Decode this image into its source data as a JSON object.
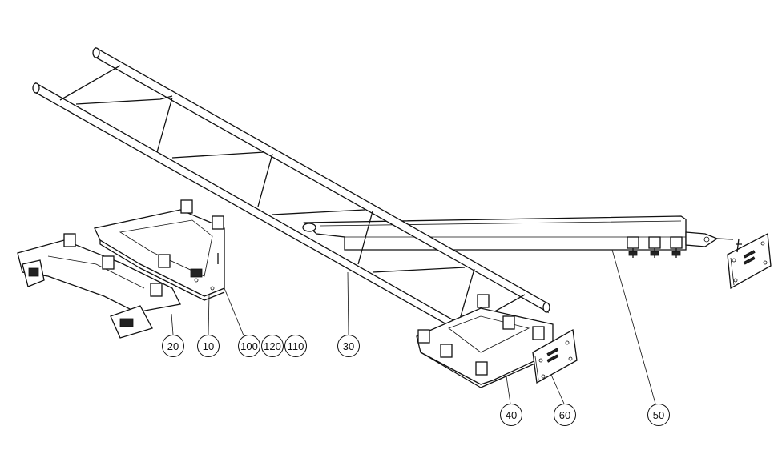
{
  "diagram": {
    "type": "exploded assembly drawing",
    "balloons": [
      {
        "id": "20",
        "label": "20"
      },
      {
        "id": "10",
        "label": "10"
      },
      {
        "id": "100",
        "label": "100"
      },
      {
        "id": "120",
        "label": "120"
      },
      {
        "id": "110",
        "label": "110"
      },
      {
        "id": "30",
        "label": "30"
      },
      {
        "id": "40",
        "label": "40"
      },
      {
        "id": "60",
        "label": "60"
      },
      {
        "id": "50",
        "label": "50"
      }
    ]
  }
}
